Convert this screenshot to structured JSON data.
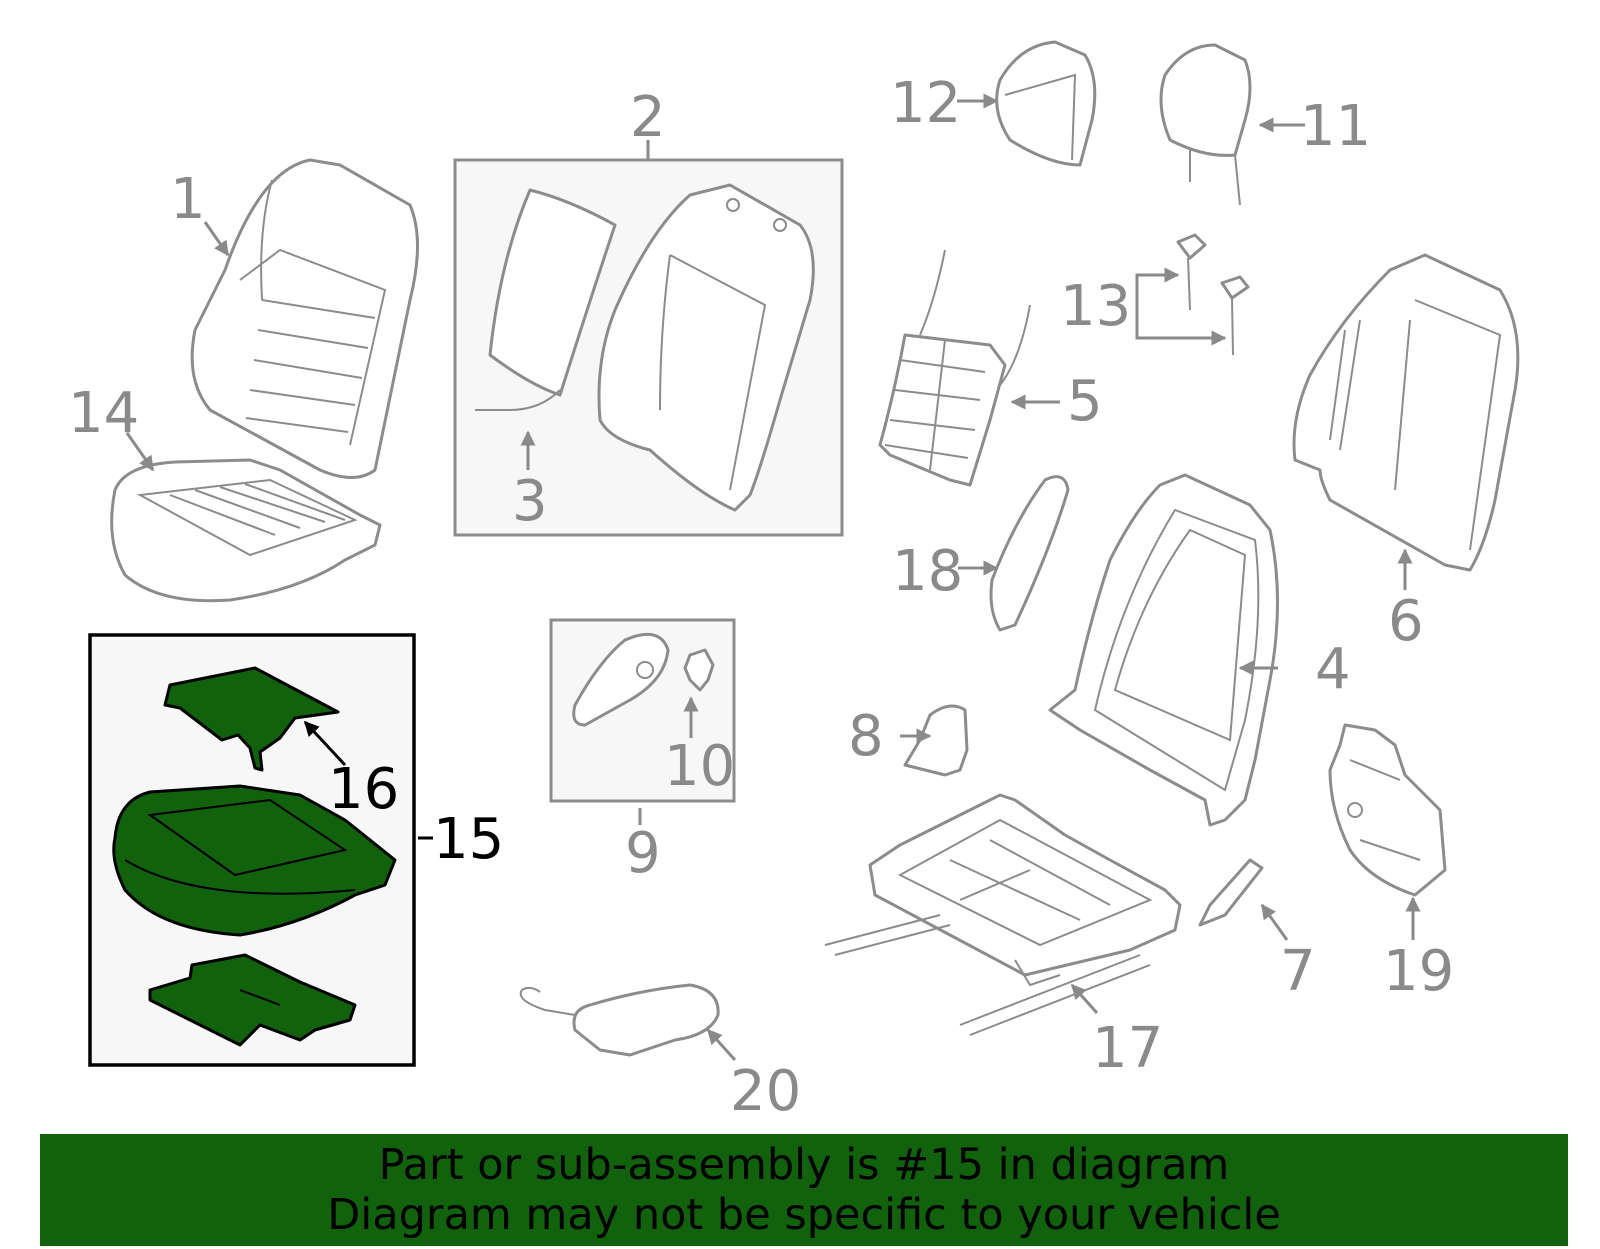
{
  "banner": {
    "line1": "Part or sub-assembly is #15 in diagram",
    "line2": "Diagram may not be specific to your vehicle"
  },
  "highlight_color": "#11610d",
  "callouts": {
    "c1": "1",
    "c2": "2",
    "c3": "3",
    "c4": "4",
    "c5": "5",
    "c6": "6",
    "c7": "7",
    "c8": "8",
    "c9": "9",
    "c10": "10",
    "c11": "11",
    "c12": "12",
    "c13": "13",
    "c14": "14",
    "c15": "15",
    "c16": "16",
    "c17": "17",
    "c18": "18",
    "c19": "19",
    "c20": "20"
  },
  "highlighted_part": "15"
}
